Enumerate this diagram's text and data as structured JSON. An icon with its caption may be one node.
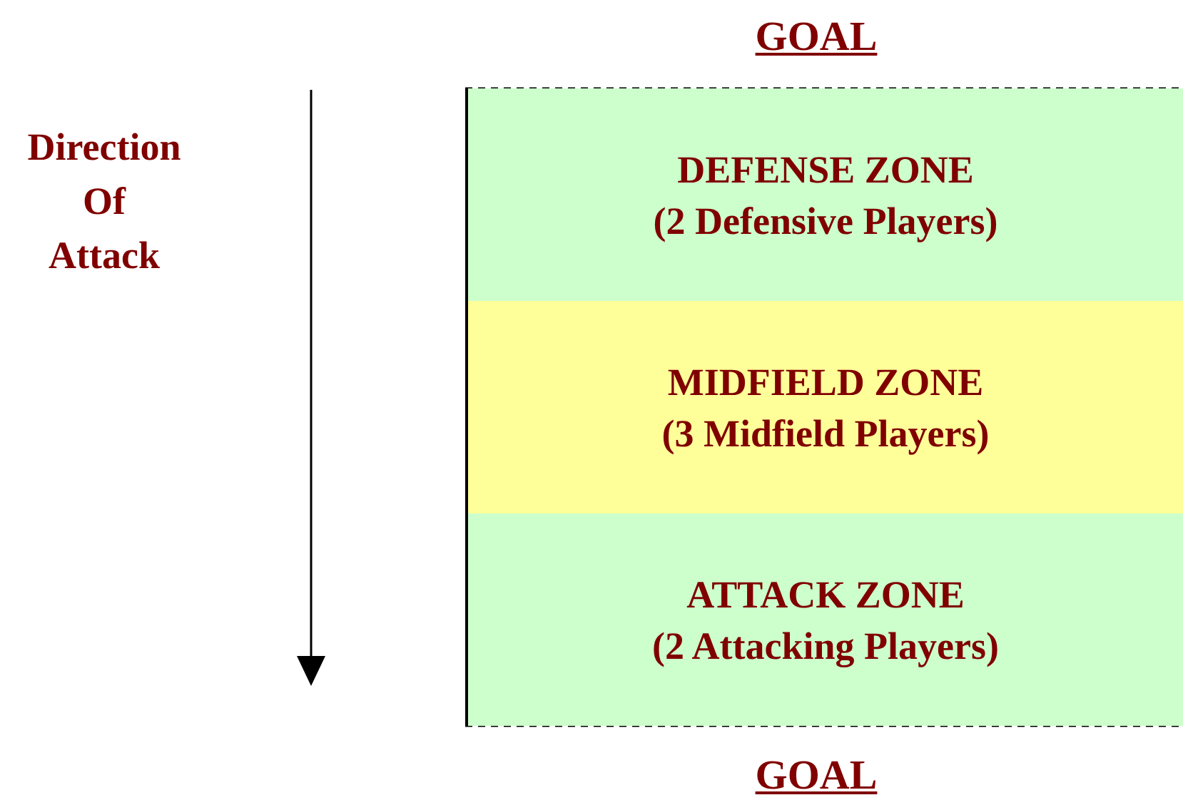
{
  "diagram": {
    "nodes": [
      {
        "text": [
          "DEFENSE ZONE",
          "(2 Defensive Players)"
        ]
      },
      {
        "text": [
          "MIDFIELD ZONE",
          "(3 Midfield Players)"
        ]
      },
      {
        "text": [
          "ATTACK ZONE",
          "(2 Attacking Players)"
        ]
      }
    ],
    "labels": [
      "GOAL",
      "Direction Of Attack",
      "GOAL"
    ]
  }
}
